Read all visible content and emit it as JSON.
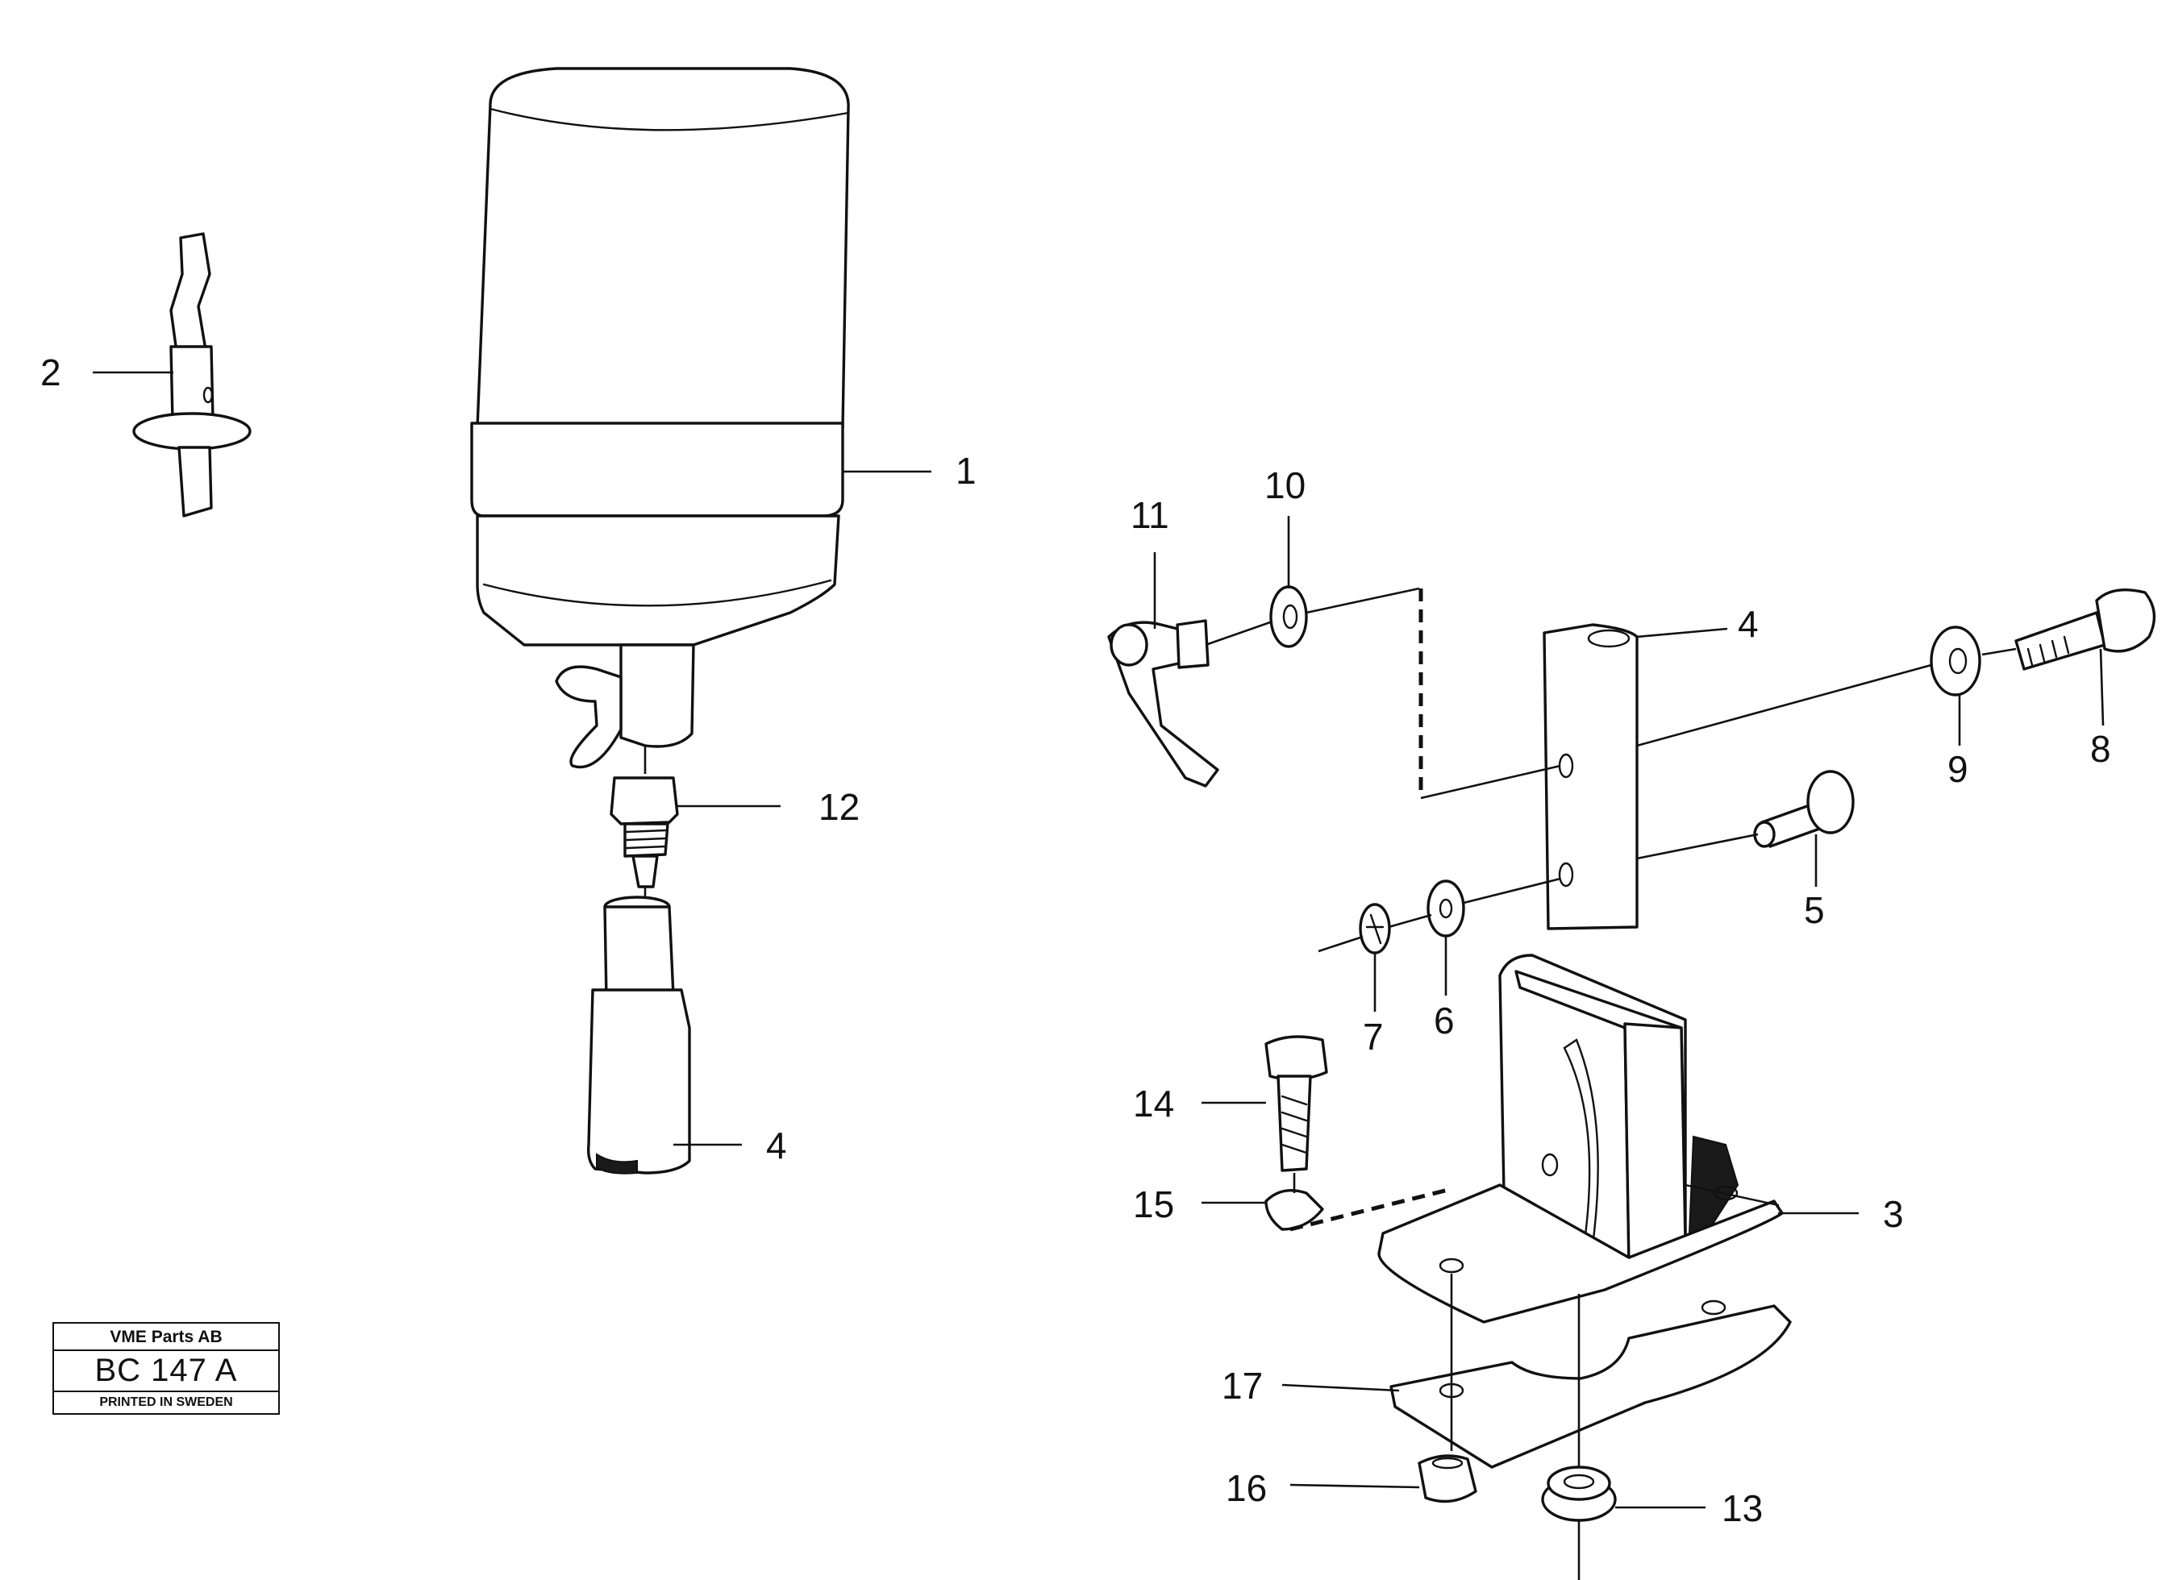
{
  "callouts": {
    "c1": "1",
    "c2": "2",
    "c3": "3",
    "c4a": "4",
    "c4b": "4",
    "c5": "5",
    "c6": "6",
    "c7": "7",
    "c8": "8",
    "c9": "9",
    "c10": "10",
    "c11": "11",
    "c12": "12",
    "c13": "13",
    "c14": "14",
    "c15": "15",
    "c16": "16",
    "c17": "17"
  },
  "stamp": {
    "company": "VME Parts AB",
    "code": "BC 147 A",
    "printed": "PRINTED IN SWEDEN"
  }
}
